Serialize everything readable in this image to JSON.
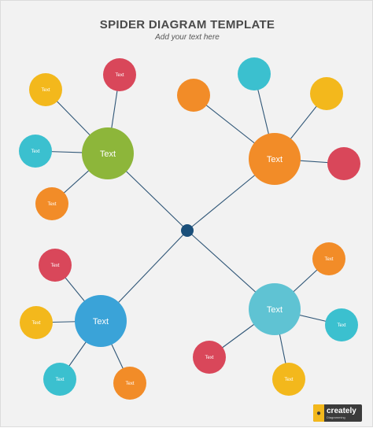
{
  "header": {
    "title": "SPIDER DIAGRAM TEMPLATE",
    "subtitle": "Add your text here"
  },
  "colors": {
    "background": "#f2f2f2",
    "line": "#2f5677",
    "center": "#1a4f7a",
    "green": "#8db63a",
    "orange": "#f28c28",
    "blue": "#3aa3d8",
    "light_blue": "#5fc3d3",
    "red": "#d9475a",
    "yellow": "#f3b81c",
    "teal": "#3bc0cf"
  },
  "hubs": [
    {
      "id": "top-left",
      "label": "Text",
      "color": "green",
      "satellites": [
        {
          "label": "Text",
          "color": "yellow"
        },
        {
          "label": "Text",
          "color": "red"
        },
        {
          "label": "Text",
          "color": "teal"
        },
        {
          "label": "Text",
          "color": "orange"
        }
      ]
    },
    {
      "id": "top-right",
      "label": "Text",
      "color": "orange",
      "satellites": [
        {
          "label": "",
          "color": "orange"
        },
        {
          "label": "",
          "color": "teal"
        },
        {
          "label": "",
          "color": "yellow"
        },
        {
          "label": "",
          "color": "red"
        }
      ]
    },
    {
      "id": "bottom-left",
      "label": "Text",
      "color": "blue",
      "satellites": [
        {
          "label": "Text",
          "color": "red"
        },
        {
          "label": "Text",
          "color": "yellow"
        },
        {
          "label": "Text",
          "color": "teal"
        },
        {
          "label": "Text",
          "color": "orange"
        }
      ]
    },
    {
      "id": "bottom-right",
      "label": "Text",
      "color": "light_blue",
      "satellites": [
        {
          "label": "Text",
          "color": "orange"
        },
        {
          "label": "Text",
          "color": "teal"
        },
        {
          "label": "Text",
          "color": "yellow"
        },
        {
          "label": "Text",
          "color": "red"
        }
      ]
    }
  ],
  "logo": {
    "name": "creately",
    "tagline": "Diagramming"
  }
}
